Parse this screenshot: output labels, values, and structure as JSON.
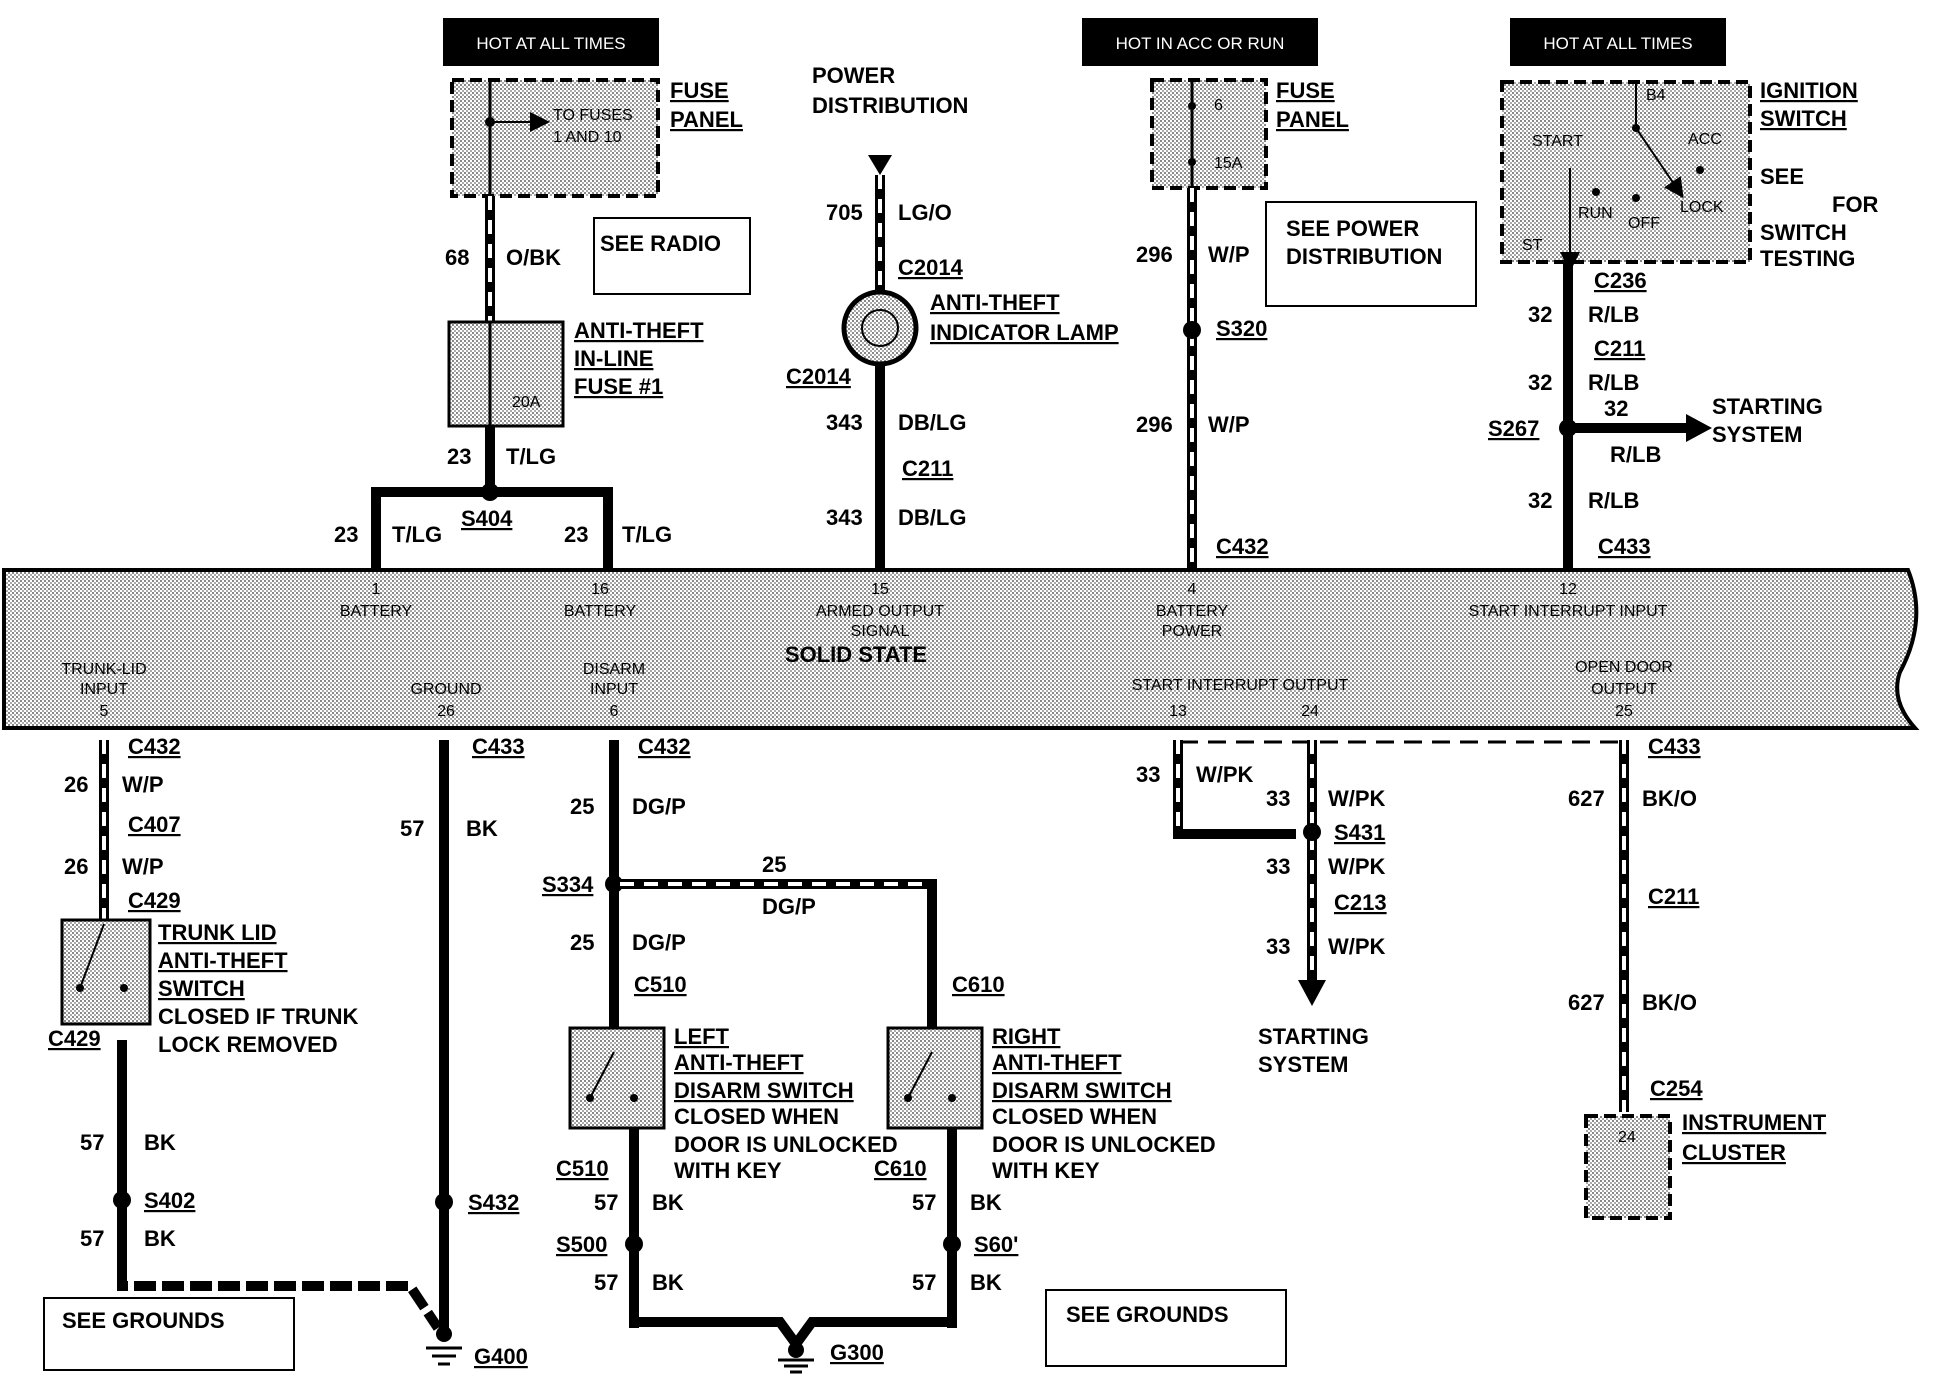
{
  "headers": {
    "left": "HOT AT ALL TIMES",
    "middle": "HOT IN ACC OR RUN",
    "right": "HOT AT ALL TIMES"
  },
  "fuse_panel_left": {
    "title1": "FUSE",
    "title2": "PANEL",
    "note1": "TO FUSES",
    "note2": "1 AND 10"
  },
  "power_distribution": {
    "line1": "POWER",
    "line2": "DISTRIBUTION"
  },
  "fuse_panel_mid": {
    "title1": "FUSE",
    "title2": "PANEL",
    "fuse_num": "6",
    "rating": "15A"
  },
  "ignition": {
    "title1": "IGNITION",
    "title2": "SWITCH",
    "see": "SEE",
    "for": "FOR",
    "switch": "SWITCH",
    "testing": "TESTING",
    "b4": "B4",
    "start": "START",
    "acc": "ACC",
    "run": "RUN",
    "off": "OFF",
    "lock": "LOCK",
    "st": "ST"
  },
  "see_radio": "SEE RADIO",
  "see_power_1": "SEE POWER",
  "see_power_2": "DISTRIBUTION",
  "inline_fuse": {
    "line1": "ANTI-THEFT",
    "line2": "IN-LINE",
    "line3": "FUSE #1",
    "rating": "20A"
  },
  "lamp": {
    "line1": "ANTI-THEFT",
    "line2": "INDICATOR LAMP"
  },
  "wires": {
    "w68": "68",
    "obk": "O/BK",
    "w23": "23",
    "tlg": "T/LG",
    "s404": "S404",
    "w705": "705",
    "lgo": "LG/O",
    "c2014": "C2014",
    "w343": "343",
    "dblg": "DB/LG",
    "c211": "C211",
    "w296": "296",
    "wp": "W/P",
    "s320": "S320",
    "c432": "C432",
    "c236": "C236",
    "w32": "32",
    "rlb": "R/LB",
    "s267": "S267",
    "c433": "C433",
    "w26": "26",
    "c407": "C407",
    "c429": "C429",
    "w57": "57",
    "bk": "BK",
    "s402": "S402",
    "s432": "S432",
    "g400": "G400",
    "w25": "25",
    "dgp": "DG/P",
    "s334": "S334",
    "c510": "C510",
    "c610": "C610",
    "s500": "S500",
    "s601": "S60'",
    "g300": "G300",
    "w33": "33",
    "wpk": "W/PK",
    "s431": "S431",
    "c213": "C213",
    "w627": "627",
    "bko": "BK/O",
    "c254": "C254"
  },
  "starting_system": {
    "line1": "STARTING",
    "line2": "SYSTEM"
  },
  "module": {
    "center": "SOLID STATE",
    "p1": "1",
    "p1_name": "BATTERY",
    "p16": "16",
    "p16_name": "BATTERY",
    "p15": "15",
    "p15_name1": "ARMED OUTPUT",
    "p15_name2": "SIGNAL",
    "p4": "4",
    "p4_name1": "BATTERY",
    "p4_name2": "POWER",
    "p12": "12",
    "p12_name": "START INTERRUPT INPUT",
    "p5_name1": "TRUNK-LID",
    "p5_name2": "INPUT",
    "p5": "5",
    "p26_name": "GROUND",
    "p26": "26",
    "p6_name1": "DISARM",
    "p6_name2": "INPUT",
    "p6": "6",
    "start_out": "START INTERRUPT OUTPUT",
    "p13": "13",
    "p24": "24",
    "open_door1": "OPEN DOOR",
    "open_door2": "OUTPUT",
    "p25": "25"
  },
  "trunk_switch": {
    "line1": "TRUNK LID",
    "line2": "ANTI-THEFT",
    "line3": "SWITCH",
    "note1": "CLOSED IF TRUNK",
    "note2": "LOCK REMOVED"
  },
  "left_disarm": {
    "line1": "LEFT",
    "line2": "ANTI-THEFT",
    "line3": "DISARM SWITCH",
    "note1": "CLOSED WHEN",
    "note2": "DOOR IS UNLOCKED",
    "note3": "WITH KEY"
  },
  "right_disarm": {
    "line1": "RIGHT",
    "line2": "ANTI-THEFT",
    "line3": "DISARM SWITCH",
    "note1": "CLOSED WHEN",
    "note2": "DOOR IS UNLOCKED",
    "note3": "WITH KEY"
  },
  "instrument": {
    "line1": "INSTRUMENT",
    "line2": "CLUSTER",
    "pin": "24"
  },
  "see_grounds": "SEE GROUNDS"
}
